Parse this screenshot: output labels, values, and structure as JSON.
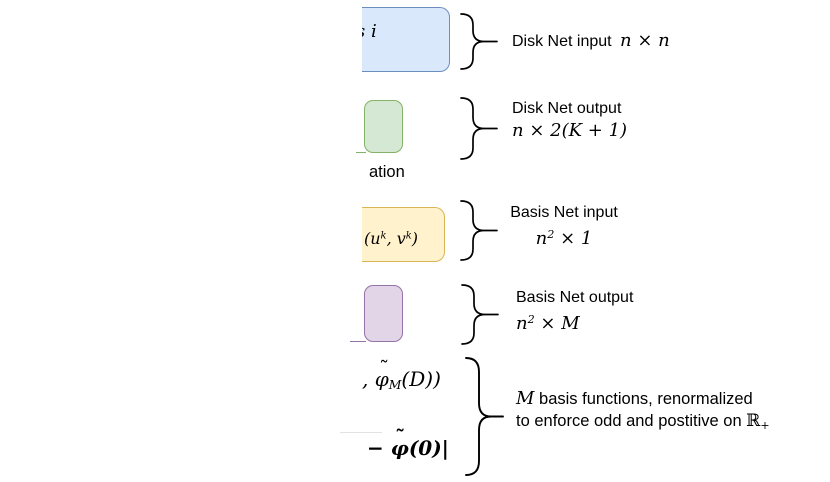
{
  "colors": {
    "blue_fill": "#dae8fc",
    "blue_stroke": "#6c8ebf",
    "green_fill": "#d5e8d4",
    "green_stroke": "#82b366",
    "yellow_fill": "#fff2cc",
    "yellow_stroke": "#d6b656",
    "purple_fill": "#e1d5e7",
    "purple_stroke": "#9673a6",
    "text": "#000000"
  },
  "row1": {
    "box_text": "s i",
    "label": "Disk Net input",
    "label_math": "n × n"
  },
  "row2": {
    "label_line1": "Disk Net output",
    "label_math": "n × 2(K + 1)",
    "partial_text": "ation"
  },
  "row3": {
    "box_math_open": "(u",
    "box_math_sup1": "k",
    "box_math_mid": ", v",
    "box_math_sup2": "k",
    "box_math_close": ")",
    "label_line1": "Basis Net input",
    "math_base": "n",
    "math_sup": "2",
    "math_rest": " × 1"
  },
  "row4": {
    "label_line1": "Basis Net output",
    "math_base": "n",
    "math_sup": "2",
    "math_rest": " × M"
  },
  "row5": {
    "math1_prefix": ", ",
    "phi": "φ",
    "tilde": "˜",
    "math1_sub": "M",
    "math1_open": "(",
    "math1_d": "D",
    "math1_close": "))",
    "math2_minus": "− ",
    "math2_rest": "(0)|",
    "label_m": "M",
    "label_line1_rest": " basis functions, renormalized",
    "label_line2": "to enforce odd and postitive on ",
    "label_reals": "ℝ",
    "label_reals_sub": "+"
  }
}
